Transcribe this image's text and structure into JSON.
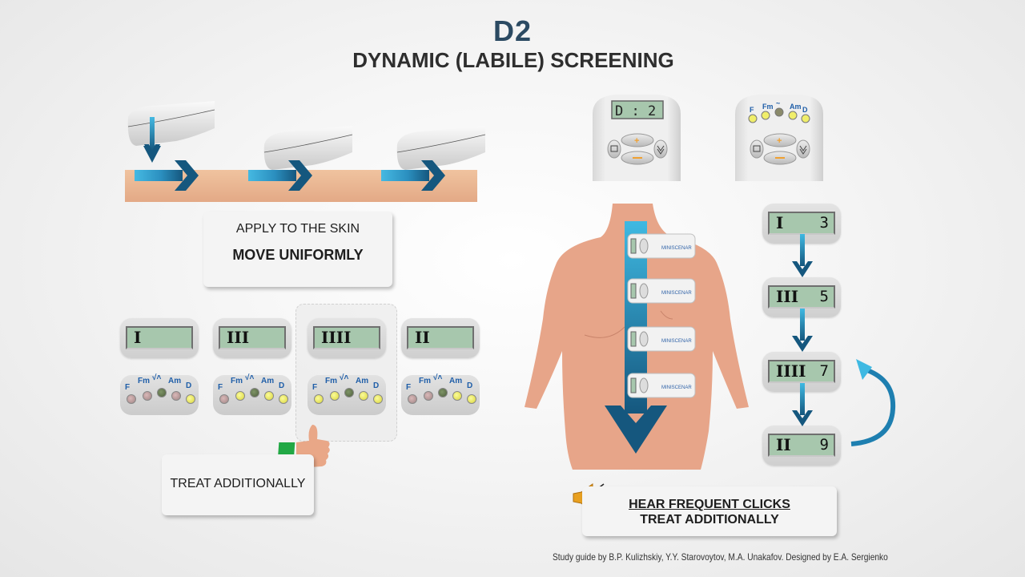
{
  "header": {
    "title": "D2",
    "subtitle": "DYNAMIC (LABILE) SCREENING"
  },
  "left_panel": {
    "instruction_box": {
      "line1": "APPLY TO THE SKIN",
      "line2": "MOVE UNIFORMLY"
    },
    "readings": [
      {
        "lcd": "I",
        "leds": [
          "off",
          "off",
          "mid",
          "off",
          "on"
        ]
      },
      {
        "lcd": "III",
        "leds": [
          "off",
          "on",
          "mid",
          "on",
          "on"
        ]
      },
      {
        "lcd": "IIII",
        "leds": [
          "on",
          "on",
          "mid",
          "on",
          "on"
        ],
        "highlighted": true
      },
      {
        "lcd": "II",
        "leds": [
          "off",
          "off",
          "mid",
          "on",
          "on"
        ]
      }
    ],
    "led_labels": [
      "F",
      "Fm",
      "√↗",
      "Am",
      "D"
    ],
    "treat_box": "TREAT ADDITIONALLY"
  },
  "devices": {
    "front_display": "D : 2",
    "led_labels": [
      "F",
      "Fm",
      "~",
      "Am",
      "D"
    ],
    "brand_label": "MINISCENAR"
  },
  "sequence": [
    {
      "lcd": "I",
      "value": "3"
    },
    {
      "lcd": "III",
      "value": "5"
    },
    {
      "lcd": "IIII",
      "value": "7"
    },
    {
      "lcd": "II",
      "value": "9"
    }
  ],
  "right_note": {
    "line1": "HEAR FREQUENT CLICKS",
    "line2": "TREAT ADDITIONALLY"
  },
  "footer": "Study guide by B.P. Kulizhskiy,  Y.Y. Starovoytov, M.A. Unakafov. Designed by E.A. Sergienko",
  "colors": {
    "title": "#2b4a62",
    "arrow_dark": "#15577e",
    "arrow_light": "#3fb4dd",
    "skin": "#e9b48f",
    "lcd": "#a7c7ad",
    "led_on": "#f0ee6a",
    "led_label": "#1f5ea8"
  }
}
